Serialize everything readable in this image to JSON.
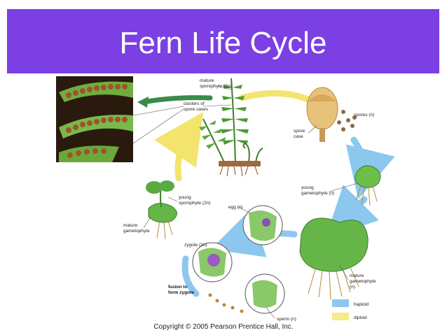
{
  "title": "Fern Life Cycle",
  "labels": {
    "mature_sporophyte": [
      "mature",
      "sporophyte (2n)"
    ],
    "clusters": [
      "clusters of",
      "spore cases"
    ],
    "spores": "spores (n)",
    "spore_case": [
      "spore",
      "case"
    ],
    "young_gametophyte": [
      "young",
      "gametophyte (n)"
    ],
    "egg": "egg (n)",
    "mature_gametophyte_right": [
      "mature",
      "gametophyte",
      "(n)"
    ],
    "young_sporophyte": [
      "young",
      "sporophyte (2n)"
    ],
    "mature_gametophyte_left": [
      "mature",
      "gametophyte"
    ],
    "zygote": "zygote (2n)",
    "fusion": [
      "fusion to",
      "form zygote"
    ],
    "sperm": "sperm (n)"
  },
  "legend": [
    {
      "label": "haploid",
      "color": "#8cc8ee"
    },
    {
      "label": "diploid",
      "color": "#f5ec8a"
    }
  ],
  "colors": {
    "title_bg": "#7b3fe4",
    "haploid": "#8cc8ee",
    "diploid": "#f5ec8a",
    "green_arrow": "#3a8a4a"
  },
  "copyright": "Copyright © 2005 Pearson Prentice Hall, Inc."
}
